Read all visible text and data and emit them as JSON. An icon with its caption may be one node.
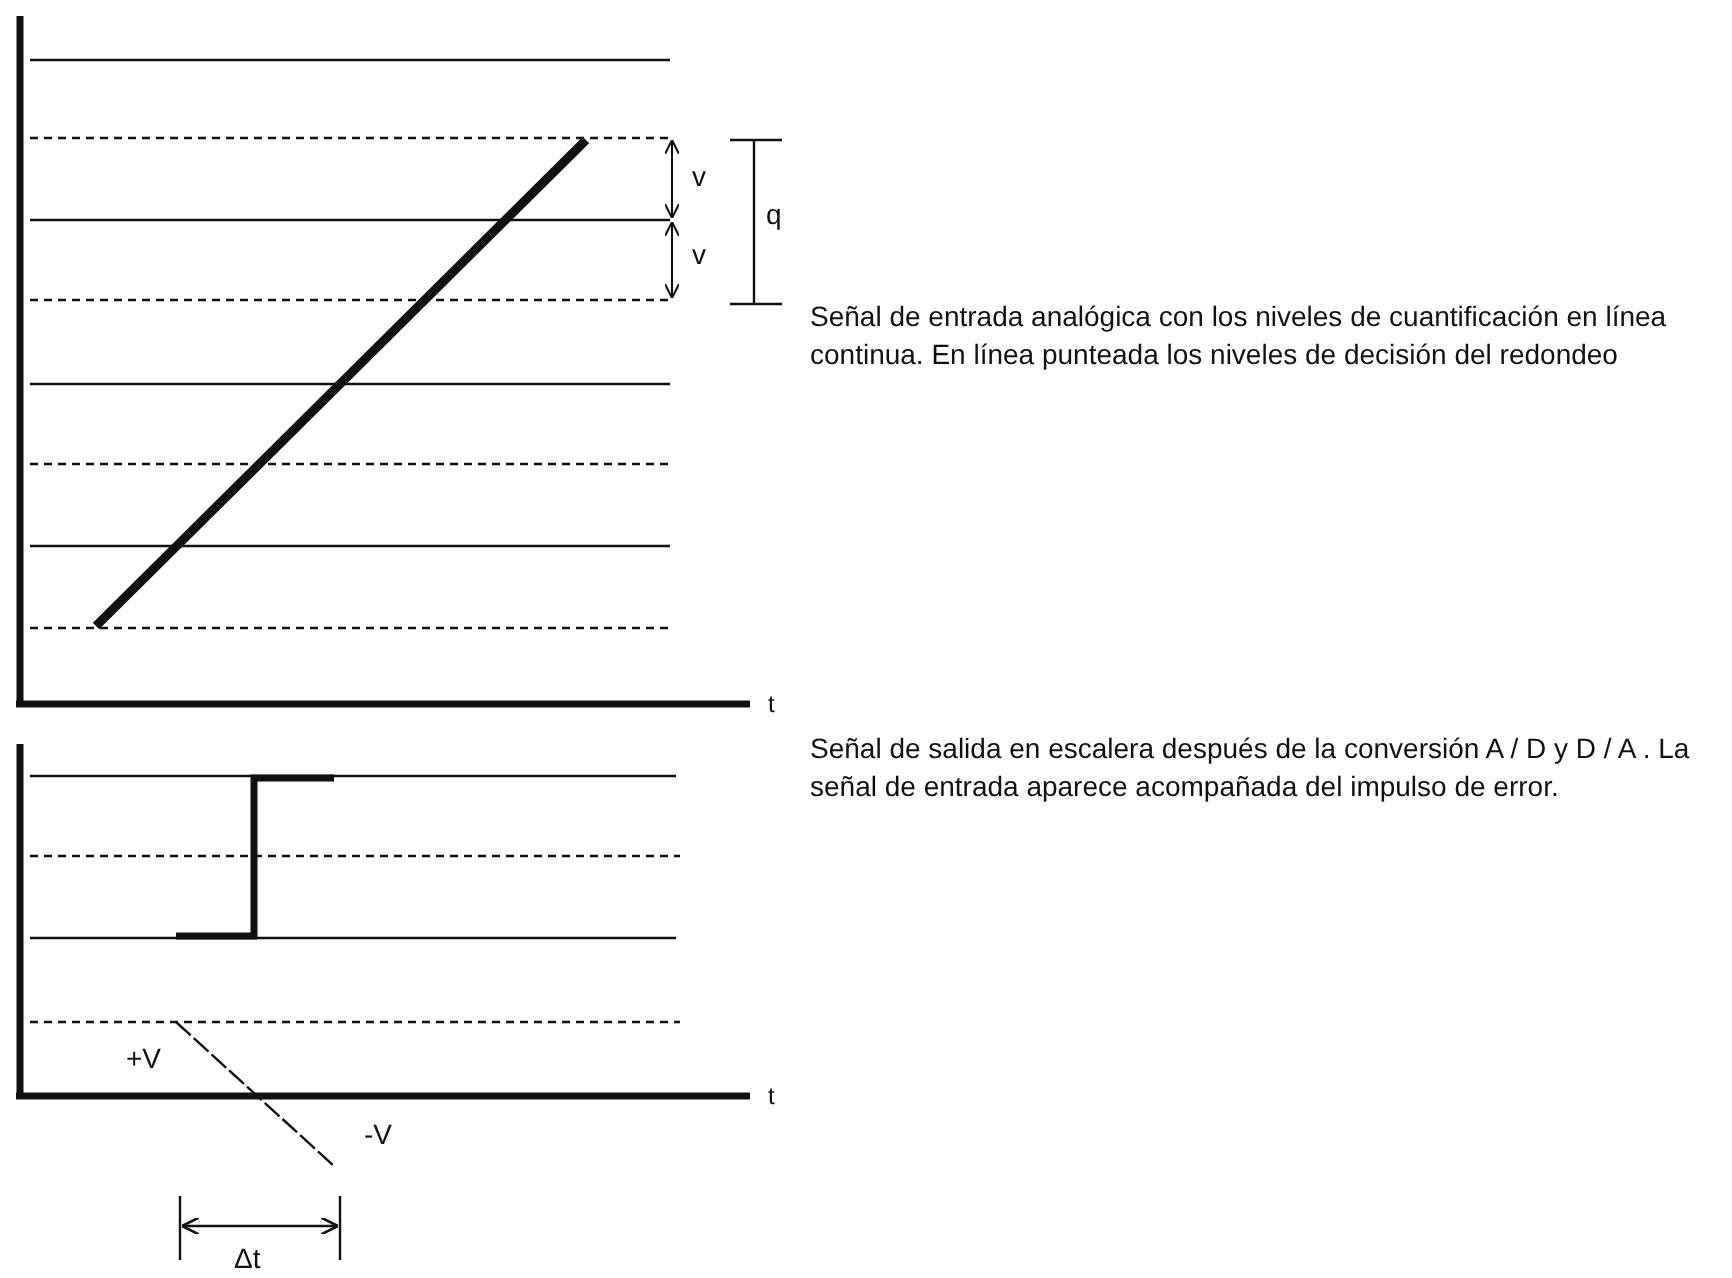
{
  "diagram": {
    "labels": [
      "v",
      "q",
      "v",
      "Señal de entrada analógica con los niveles de cuantificación en línea continua. En línea punteada los niveles de decisión del redondeo",
      "t",
      "Señal de salida en escalera después de la conversión A / D y D / A . La señal de entrada aparece acompañada del impulso de error.",
      "+V",
      "t",
      "-V",
      "Δt"
    ]
  }
}
